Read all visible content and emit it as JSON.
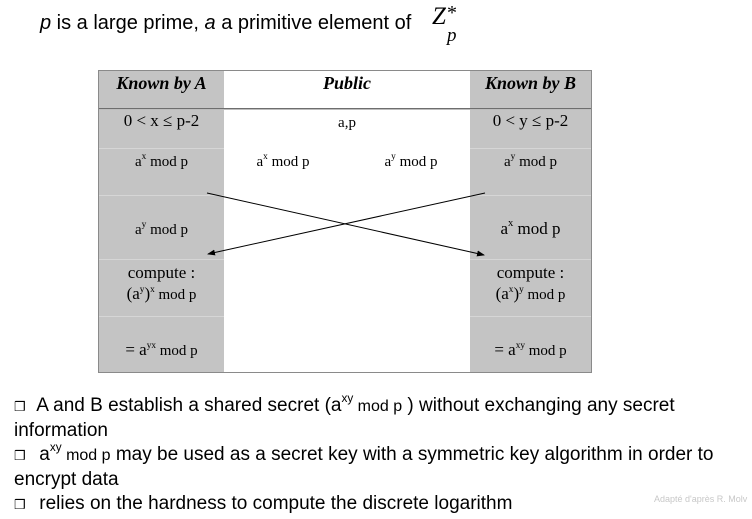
{
  "intro": {
    "p": "p",
    "text1": " is a large prime, ",
    "a": "a",
    "text2": " a primitive element of",
    "z": "Z",
    "star": "*",
    "sub": "p"
  },
  "table": {
    "headers": {
      "a": "Known by A",
      "public": "Public",
      "b": "Known by B"
    },
    "row1": {
      "a": "0 <  x  ≤  p-2",
      "public": "a,p",
      "b": "0 <  y  ≤  p-2"
    },
    "row2": {
      "a_base": "a",
      "a_exp": "x",
      "a_rest": " mod p",
      "pub1_base": "a",
      "pub1_exp": "x",
      "pub1_rest": " mod p",
      "pub2_base": "a",
      "pub2_exp": "y",
      "pub2_rest": " mod p",
      "b_base": "a",
      "b_exp": "y",
      "b_rest": " mod p"
    },
    "row3": {
      "a_base": "a",
      "a_exp": "y",
      "a_rest": " mod p",
      "b_base": "a",
      "b_exp": "x",
      "b_rest": " mod p"
    },
    "row4": {
      "label": "compute :",
      "a_open": "(a",
      "a_inner": "y",
      "a_close": ")",
      "a_outer": "x",
      "a_rest": " mod p",
      "b_open": "(a",
      "b_inner": "x",
      "b_close": ")",
      "b_outer": "y",
      "b_rest": " mod p"
    },
    "row5": {
      "a_pre": "= a",
      "a_exp": "yx",
      "a_rest": " mod p",
      "b_pre": "= a",
      "b_exp": "xy",
      "b_rest": " mod p"
    }
  },
  "bullets": {
    "marker": "❒",
    "b1_pre": " A and B establish a shared secret (a",
    "b1_exp": "xy",
    "b1_mod": " mod p",
    "b1_post": " ) without exchanging any secret information",
    "b2_pre": " a",
    "b2_exp": "xy",
    "b2_mod": " mod p",
    "b2_post": " may be used as a secret key with a symmetric key algorithm in order to encrypt data",
    "b3": " relies on the hardness to compute the discrete logarithm"
  },
  "credit": "Adapté d'après R. Molv"
}
